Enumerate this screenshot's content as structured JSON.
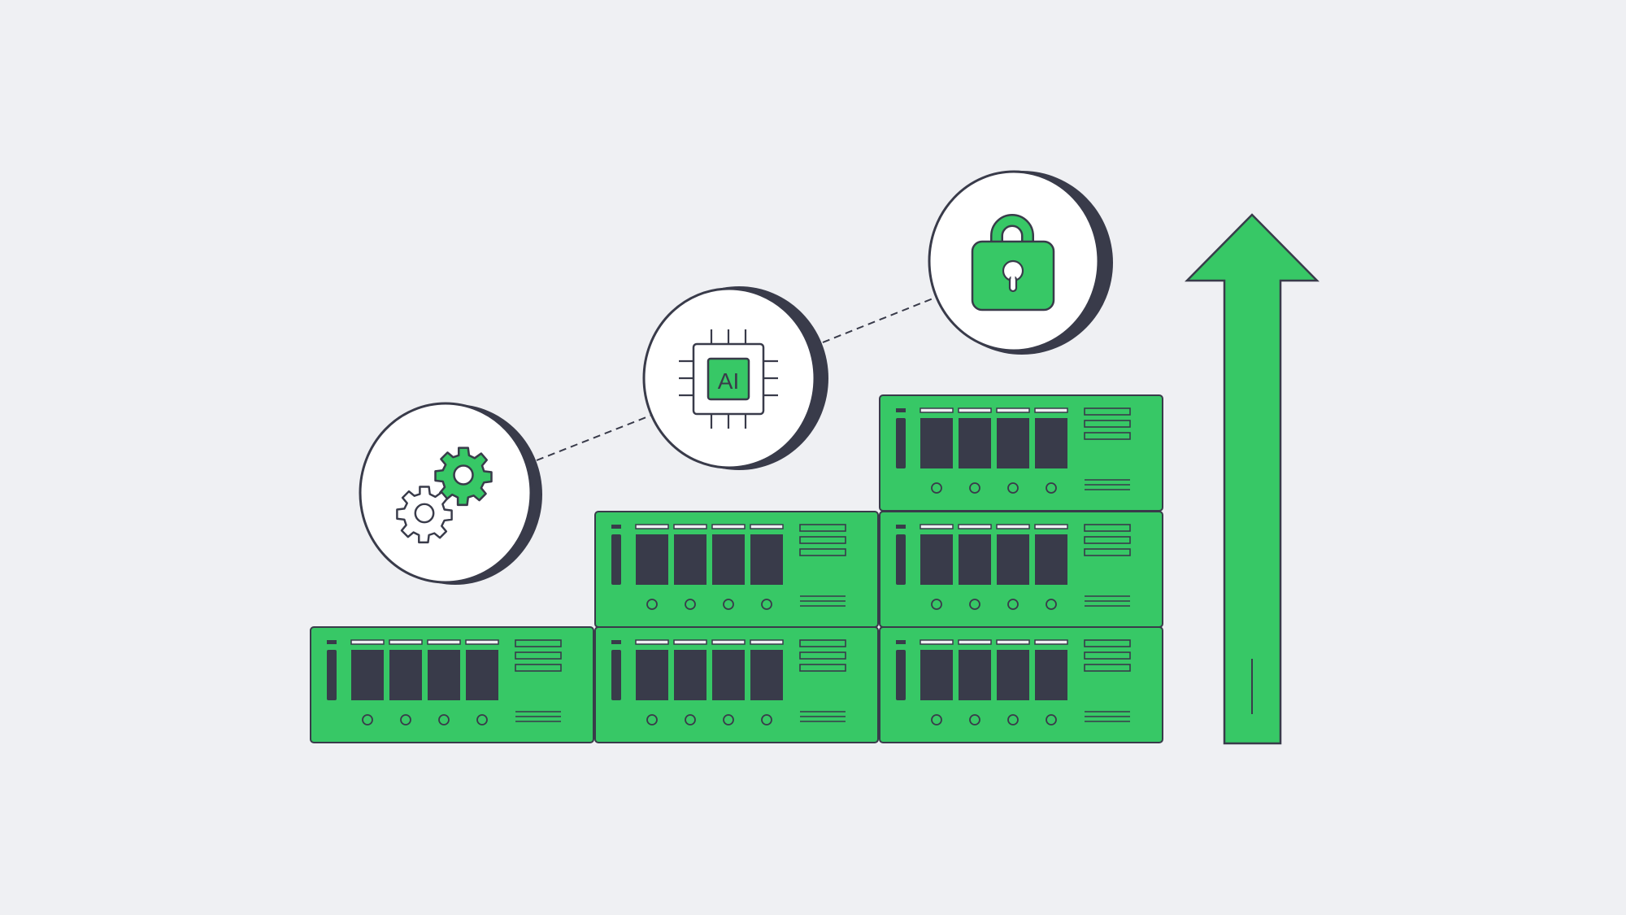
{
  "colors": {
    "background": "#eff0f3",
    "accent_green": "#37c866",
    "outline": "#393b4a",
    "circle_fill": "#ffffff"
  },
  "illustration": {
    "icons": [
      {
        "name": "gears-icon"
      },
      {
        "name": "ai-chip-icon",
        "label": "AI"
      },
      {
        "name": "padlock-icon"
      }
    ],
    "server_stacks": [
      1,
      2,
      3
    ],
    "arrow": {
      "direction": "up"
    }
  }
}
